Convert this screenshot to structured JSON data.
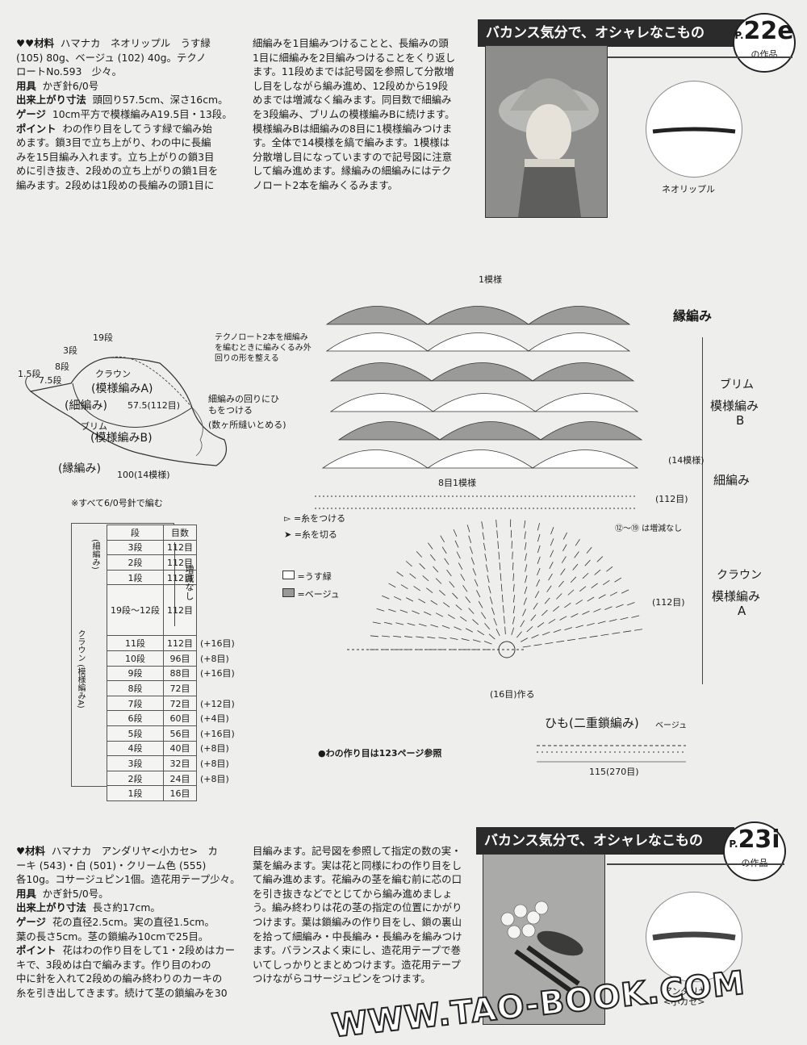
{
  "section1": {
    "banner": "バカンス気分で、オシャレなこもの",
    "badge_num": "22e",
    "badge_p": "P.",
    "badge_sub": "の作品",
    "yarn_label": "ネオリップル",
    "col1": [
      {
        "head": "♥♥材料",
        "text": "  ハマナカ　ネオリップル　うす緑"
      },
      {
        "head": "",
        "text": "(105) 80g、ベージュ (102) 40g。テクノ"
      },
      {
        "head": "",
        "text": "ロートNo.593　少々。"
      },
      {
        "head": "用具",
        "text": "  かぎ針6/0号"
      },
      {
        "head": "出来上がり寸法",
        "text": "  頭回り57.5cm、深さ16cm。"
      },
      {
        "head": "ゲージ",
        "text": "  10cm平方で模様編みA19.5目・13段。"
      },
      {
        "head": "ポイント",
        "text": "  わの作り目をしてうす緑で編み始"
      },
      {
        "head": "",
        "text": "めます。鎖3目で立ち上がり、わの中に長編"
      },
      {
        "head": "",
        "text": "みを15目編み入れます。立ち上がりの鎖3目"
      },
      {
        "head": "",
        "text": "めに引き抜き、2段めの立ち上がりの鎖1目を"
      },
      {
        "head": "",
        "text": "編みます。2段めは1段めの長編みの頭1目に"
      }
    ],
    "col2": [
      "細編みを1目編みつけることと、長編みの頭",
      "1目に細編みを2目編みつけることをくり返し",
      "ます。11段めまでは記号図を参照して分散増",
      "し目をしながら編み進め、12段めから19段",
      "めまでは増減なく編みます。同目数で細編み",
      "を3段編み、ブリムの模様編みBに続けます。",
      "模様編みBは細編みの8目に1模様編みつけま",
      "す。全体で14模様を縞で編みます。1模様は",
      "分散増し目になっていますので記号図に注意",
      "して編み進めます。縁編みの細編みにはテク",
      "ノロート2本を編みくるみます。"
    ]
  },
  "hat_diagram": {
    "labels": [
      "19段",
      "3段",
      "1.5段",
      "7.5段",
      "8段",
      "クラウン",
      "(模様編みA)",
      "(細編み)",
      "57.5(112目)",
      "ブリム",
      "(模様編みB)",
      "(縁編み)",
      "100(14模様)",
      "細編みの回りにひもをつける",
      "(数ヶ所縫いとめる)"
    ],
    "note": "※すべて6/0号針で編む"
  },
  "table": {
    "header": [
      "段",
      "目数"
    ],
    "rows": [
      [
        "3段",
        "112目",
        ""
      ],
      [
        "2段",
        "112目",
        ""
      ],
      [
        "1段",
        "112目",
        ""
      ],
      [
        "19段〜12段",
        "112目",
        ""
      ],
      [
        "11段",
        "112目",
        "(+16目)"
      ],
      [
        "10段",
        "96目",
        "(+8目)"
      ],
      [
        "9段",
        "88目",
        "(+16目)"
      ],
      [
        "8段",
        "72目",
        ""
      ],
      [
        "7段",
        "72目",
        "(+12目)"
      ],
      [
        "6段",
        "60目",
        "(+4目)"
      ],
      [
        "5段",
        "56目",
        "(+16目)"
      ],
      [
        "4段",
        "40目",
        "(+8目)"
      ],
      [
        "3段",
        "32目",
        "(+8目)"
      ],
      [
        "2段",
        "24目",
        "(+8目)"
      ],
      [
        "1段",
        "16目",
        ""
      ]
    ],
    "group_a": "(細編み)",
    "group_b": "クラウン (模様編みA)",
    "side_note": "増減なし"
  },
  "chart_labels": {
    "top": "1模様",
    "techno": "テクノロート2本を細編みを編むときに編みくるみ外回りの形を整える",
    "edge": "縁編み",
    "brim": "ブリム",
    "brim_b": "模様編み",
    "brim_b2": "B",
    "sc": "細編み",
    "crown": "クラウン",
    "crown_a": "模様編み",
    "crown_a2": "A",
    "one_pattern": "8目1模様",
    "fourteen": "(14模様)",
    "m112a": "(112目)",
    "m112b": "(112目)",
    "no_change": "⑫〜⑲ は増減なし",
    "made16": "(16目)作る",
    "legend_attach": "=糸をつける",
    "legend_cut": "=糸を切る",
    "legend_green": "=うす緑",
    "legend_beige": "=ベージュ",
    "ref": "●わの作り目は123ページ参照",
    "cord_title": "ひも(二重鎖編み)",
    "cord_color": "ベージュ",
    "cord_len": "115(270目)"
  },
  "section2": {
    "banner": "バカンス気分で、オシャレなこもの",
    "badge_num": "23i",
    "badge_p": "P.",
    "badge_sub": "の作品",
    "yarn_label": "アンダリヤ\n<小カセ>",
    "col1": [
      {
        "head": "♥材料",
        "text": "  ハマナカ　アンダリヤ<小カセ>　カ"
      },
      {
        "head": "",
        "text": "ーキ (543)・白 (501)・クリーム色 (555)"
      },
      {
        "head": "",
        "text": "各10g。コサージュピン1個。造花用テープ少々。"
      },
      {
        "head": "用具",
        "text": "  かぎ針5/0号。"
      },
      {
        "head": "出来上がり寸法",
        "text": "  長さ約17cm。"
      },
      {
        "head": "ゲージ",
        "text": "  花の直径2.5cm。実の直径1.5cm。"
      },
      {
        "head": "",
        "text": "葉の長さ5cm。茎の鎖編み10cmで25目。"
      },
      {
        "head": "ポイント",
        "text": "  花はわの作り目をして1・2段めはカー"
      },
      {
        "head": "",
        "text": "キで、3段めは白で編みます。作り目のわの"
      },
      {
        "head": "",
        "text": "中に針を入れて2段めの編み終わりのカーキの"
      },
      {
        "head": "",
        "text": "糸を引き出してきます。続けて茎の鎖編みを30"
      }
    ],
    "col2": [
      "目編みます。記号図を参照して指定の数の実・",
      "葉を編みます。実は花と同様にわの作り目をし",
      "て編み進めます。花編みの茎を編む前に芯の口",
      "を引き抜きなどでとじてから編み進めましょ",
      "う。編み終わりは花の茎の指定の位置にかがり",
      "つけます。葉は鎖編みの作り目をし、鎖の裏山",
      "を拾って細編み・中長編み・長編みを編みつけ",
      "ます。バランスよく束にし、造花用テープで巻",
      "いてしっかりとまとめつけます。造花用テープ",
      "つけながらコサージュピンをつけます。",
      ""
    ]
  },
  "watermark": "WWW.TAO-BOOK.COM"
}
